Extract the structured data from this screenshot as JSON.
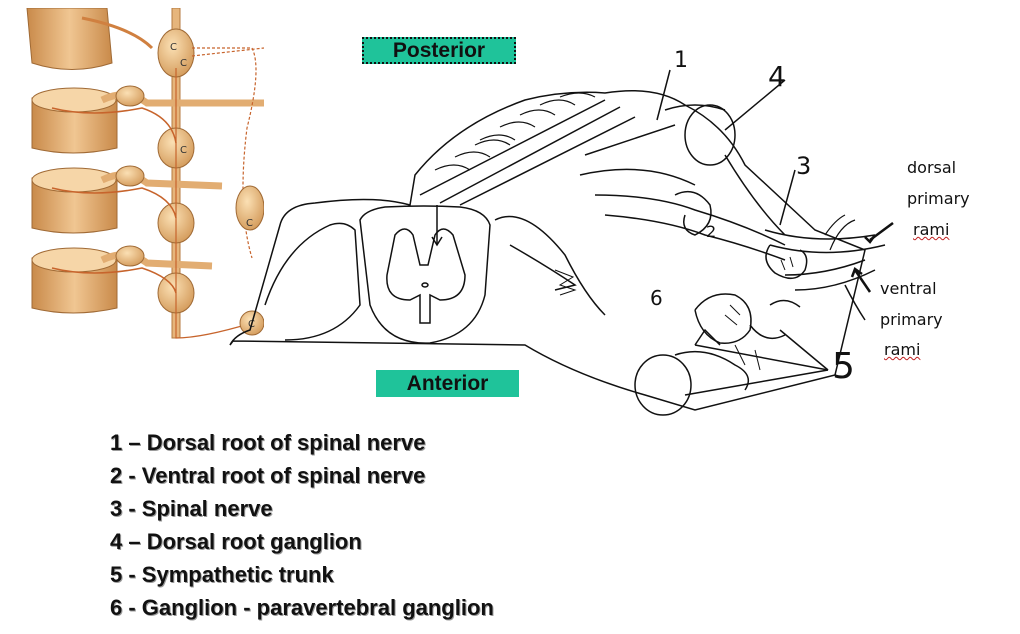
{
  "labels": {
    "posterior": "Posterior",
    "anterior": "Anterior",
    "dorsal_rami": [
      "dorsal",
      "primary",
      "rami"
    ],
    "ventral_rami": [
      "ventral",
      "primary",
      "rami"
    ]
  },
  "diagram_numbers": [
    "1",
    "2",
    "3",
    "4",
    "5",
    "6"
  ],
  "photo_letters": [
    "C",
    "C",
    "C",
    "C",
    "C"
  ],
  "legend": [
    "1 – Dorsal root of spinal nerve",
    "2 -  Ventral root of spinal nerve",
    "3 - Spinal nerve",
    "4 – Dorsal root ganglion",
    "5 - Sympathetic trunk",
    "6 - Ganglion - paravertebral ganglion"
  ],
  "colors": {
    "label_bg": "#1fc39a",
    "nerve": "#c7642c",
    "cord_tan": "#e3b27a",
    "line": "#111111"
  }
}
